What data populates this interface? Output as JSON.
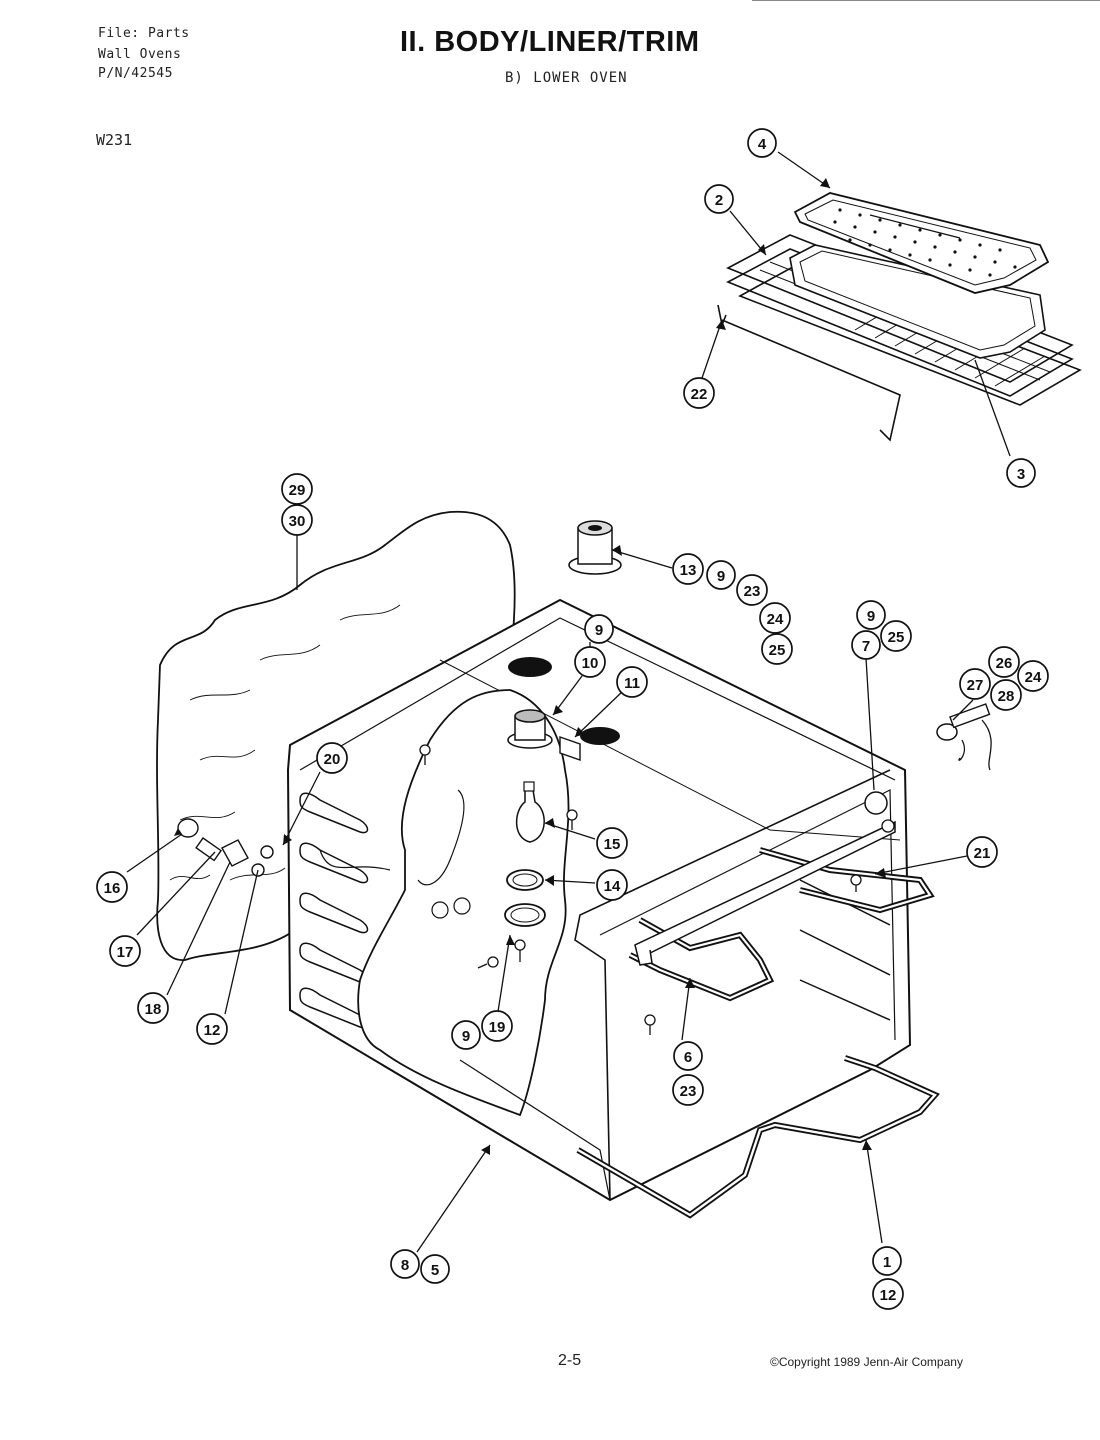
{
  "header": {
    "file_line": "File: Parts",
    "product_line": "Wall Ovens",
    "pn_line": "P/N/42545",
    "title": "II. BODY/LINER/TRIM",
    "subtitle": "B) LOWER OVEN",
    "model": "W231"
  },
  "footer": {
    "page_number": "2-5",
    "copyright": "©Copyright 1989 Jenn-Air Company"
  },
  "callouts": [
    {
      "id": "c4",
      "label": "4"
    },
    {
      "id": "c2",
      "label": "2"
    },
    {
      "id": "c22",
      "label": "22"
    },
    {
      "id": "c3",
      "label": "3"
    },
    {
      "id": "c29",
      "label": "29"
    },
    {
      "id": "c30",
      "label": "30"
    },
    {
      "id": "c13",
      "label": "13"
    },
    {
      "id": "c9a",
      "label": "9"
    },
    {
      "id": "c23a",
      "label": "23"
    },
    {
      "id": "c24a",
      "label": "24"
    },
    {
      "id": "c25a",
      "label": "25"
    },
    {
      "id": "c9b",
      "label": "9"
    },
    {
      "id": "c10",
      "label": "10"
    },
    {
      "id": "c11",
      "label": "11"
    },
    {
      "id": "c9c",
      "label": "9"
    },
    {
      "id": "c7",
      "label": "7"
    },
    {
      "id": "c25b",
      "label": "25"
    },
    {
      "id": "c26",
      "label": "26"
    },
    {
      "id": "c24b",
      "label": "24"
    },
    {
      "id": "c27",
      "label": "27"
    },
    {
      "id": "c28",
      "label": "28"
    },
    {
      "id": "c20",
      "label": "20"
    },
    {
      "id": "c15",
      "label": "15"
    },
    {
      "id": "c14",
      "label": "14"
    },
    {
      "id": "c21",
      "label": "21"
    },
    {
      "id": "c16",
      "label": "16"
    },
    {
      "id": "c17",
      "label": "17"
    },
    {
      "id": "c18",
      "label": "18"
    },
    {
      "id": "c12a",
      "label": "12"
    },
    {
      "id": "c9d",
      "label": "9"
    },
    {
      "id": "c19",
      "label": "19"
    },
    {
      "id": "c6",
      "label": "6"
    },
    {
      "id": "c23b",
      "label": "23"
    },
    {
      "id": "c8",
      "label": "8"
    },
    {
      "id": "c5",
      "label": "5"
    },
    {
      "id": "c1",
      "label": "1"
    },
    {
      "id": "c12b",
      "label": "12"
    }
  ]
}
